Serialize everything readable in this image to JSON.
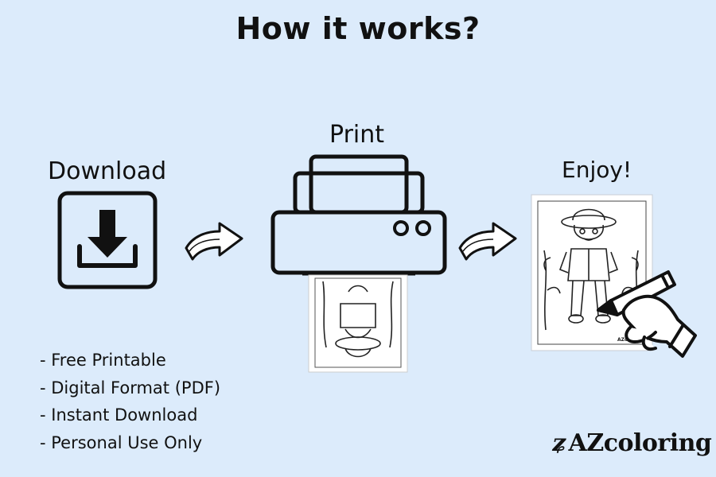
{
  "title": "How it works?",
  "steps": {
    "download": "Download",
    "print": "Print",
    "enjoy": "Enjoy!"
  },
  "features": [
    "- Free Printable",
    "- Digital Format (PDF)",
    "- Instant Download",
    "- Personal Use Only"
  ],
  "brand": {
    "mark": "ʑ",
    "name": "AZcoloring"
  },
  "page_label": "AZcoloring",
  "colors": {
    "background": "#dcebfb",
    "ink": "#111111",
    "paper": "#ffffff"
  },
  "icons": [
    "download-icon",
    "arrow-right-icon",
    "printer-icon",
    "coloring-page",
    "hand-pencil-icon"
  ]
}
